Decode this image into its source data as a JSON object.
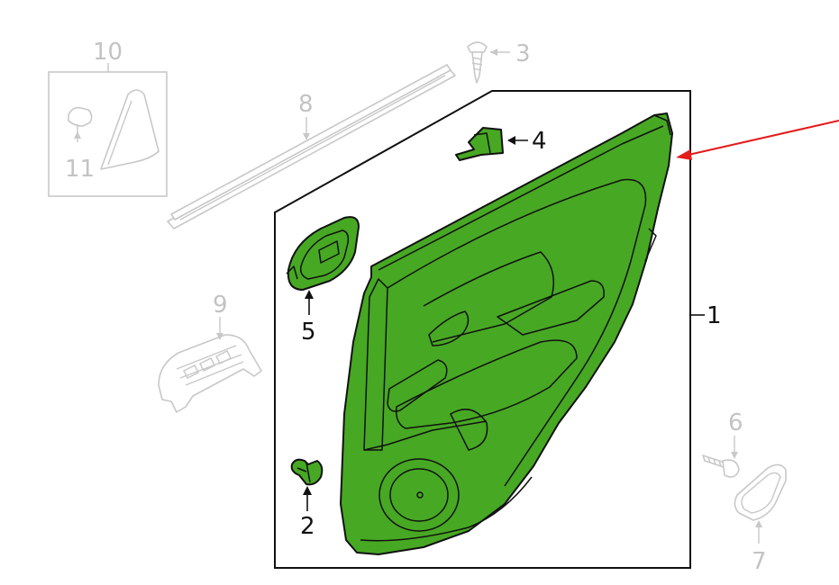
{
  "colors": {
    "highlight_fill": "#47a823",
    "highlight_stroke": "#111111",
    "inactive_gray": "#c8c8c8",
    "pointer_arrow": "#e31b1b"
  },
  "callouts": {
    "c1": "1",
    "c2": "2",
    "c3": "3",
    "c4": "4",
    "c5": "5",
    "c6": "6",
    "c7": "7",
    "c8": "8",
    "c9": "9",
    "c10": "10",
    "c11": "11"
  },
  "highlighted_parts": [
    "1",
    "2",
    "4",
    "5"
  ],
  "icons": {
    "pointer": "red-arrow-icon",
    "door_trim": "door-trim-panel-icon",
    "clip": "push-clip-icon",
    "screw": "screw-icon",
    "bracket": "bracket-icon",
    "handle_bezel": "handle-bezel-icon",
    "weatherstrip": "weatherstrip-icon",
    "switch_bezel": "switch-bezel-icon",
    "corner_cover": "corner-cover-icon",
    "escutcheon": "escutcheon-icon"
  }
}
